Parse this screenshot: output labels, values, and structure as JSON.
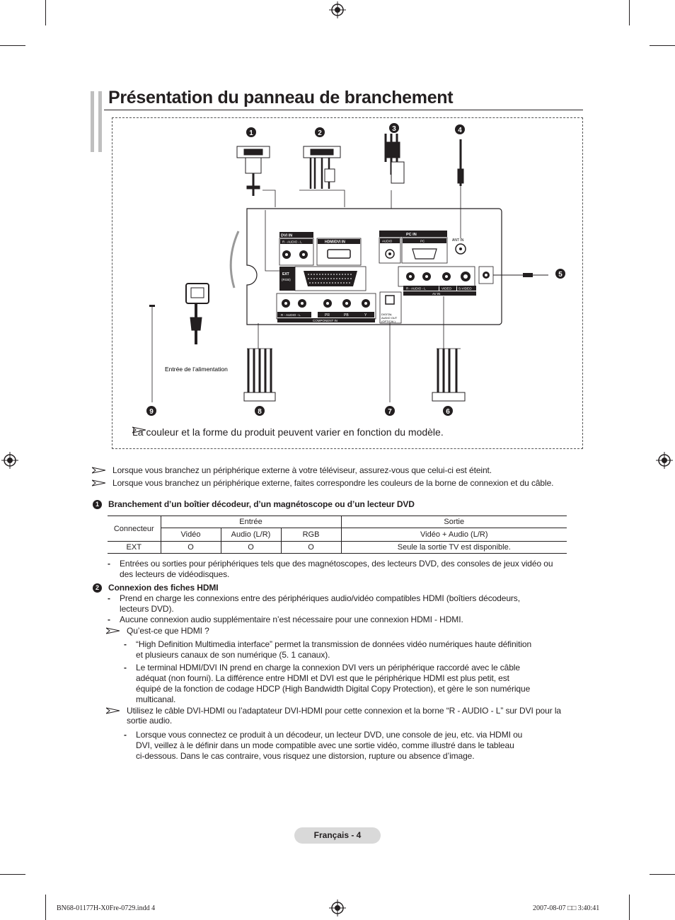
{
  "title": "Présentation du panneau de branchement",
  "diagram": {
    "callouts": [
      "1",
      "2",
      "3",
      "4",
      "5",
      "6",
      "7",
      "8",
      "9"
    ],
    "labels": {
      "dvi_in": "DVI IN",
      "audio_rl_top": "R - AUDIO - L",
      "hdmi_dvi_in": "HDMI/DVI IN",
      "pc_in": "PC IN",
      "audio": "AUDIO",
      "pc": "PC",
      "ant_in": "ANT IN",
      "ext_rgb": "EXT (RGB)",
      "av_audio": "R - AUDIO - L",
      "video": "VIDEO",
      "s_video": "S-VIDEO",
      "av_in": "AV IN",
      "comp_audio": "R - AUDIO - L",
      "pr": "PR",
      "pb": "PB",
      "y": "Y",
      "component_in": "COMPONENT IN",
      "digital_audio_out": "DIGITAL AUDIO OUT (OPTICAL)",
      "power_input": "Entrée de l’alimentation"
    },
    "note": "La couleur et la forme du produit peuvent varier en fonction du modèle."
  },
  "notes": [
    "Lorsque vous branchez un périphérique externe à votre téléviseur, assurez-vous que celui-ci est éteint.",
    "Lorsque vous branchez un périphérique externe, faites correspondre les couleurs de la borne de connexion et du câble."
  ],
  "section1": {
    "number": "1",
    "heading": "Branchement d’un boîtier décodeur, d’un magnétoscope ou d’un lecteur DVD",
    "table": {
      "connecteur": "Connecteur",
      "entree": "Entrée",
      "sortie": "Sortie",
      "cols": [
        "Vidéo",
        "Audio (L/R)",
        "RGB"
      ],
      "sortie_col": "Vidéo + Audio (L/R)",
      "row_label": "EXT",
      "row_values": [
        "O",
        "O",
        "O"
      ],
      "row_sortie": "Seule la sortie TV est disponible."
    },
    "bullet_line1": "Entrées ou sorties pour périphériques tels que des magnétoscopes, des lecteurs DVD, des consoles de jeux vidéo ou",
    "bullet_line2": "des lecteurs de vidéodisques."
  },
  "section2": {
    "number": "2",
    "heading": "Connexion des fiches HDMI",
    "b1_line1": "Prend en charge les connexions entre des périphériques audio/vidéo compatibles HDMI (boîtiers décodeurs,",
    "b1_line2": "lecteurs DVD).",
    "b2": "Aucune connexion audio supplémentaire n’est nécessaire pour une connexion HDMI - HDMI.",
    "q": "Qu’est-ce que HDMI ?",
    "q_b1_line1": "“High Definition Multimedia interface” permet la transmission de données vidéo numériques haute définition",
    "q_b1_line2": "et plusieurs canaux de son numérique (5. 1 canaux).",
    "q_b2_line1": "Le terminal HDMI/DVI IN prend en charge la connexion DVI vers un périphérique raccordé avec le câble",
    "q_b2_line2": "adéquat (non fourni). La différence entre HDMI et DVI est que le périphérique HDMI est plus petit, est",
    "q_b2_line3": "équipé de la fonction de codage HDCP (High Bandwidth Digital Copy Protection), et gère le son numérique",
    "q_b2_line4": "multicanal.",
    "tip_line1": "Utilisez le câble DVI-HDMI ou l’adaptateur DVI-HDMI pour cette connexion et la borne “R - AUDIO - L” sur DVI pour la",
    "tip_line2": "sortie audio.",
    "tip_b_line1": "Lorsque vous connectez ce produit à un décodeur, un lecteur DVD, une console de jeu, etc. via HDMI ou",
    "tip_b_line2": "DVI, veillez à le définir dans un mode compatible avec une sortie vidéo, comme illustré dans le tableau",
    "tip_b_line3": "ci-dessous. Dans le cas contraire, vous risquez une distorsion, rupture ou absence d’image."
  },
  "dash": "-",
  "footer": "Français - 4",
  "slug_left": "BN68-01177H-X0Fre-0729.indd   4",
  "slug_right": "2007-08-07   □□ 3:40:41"
}
